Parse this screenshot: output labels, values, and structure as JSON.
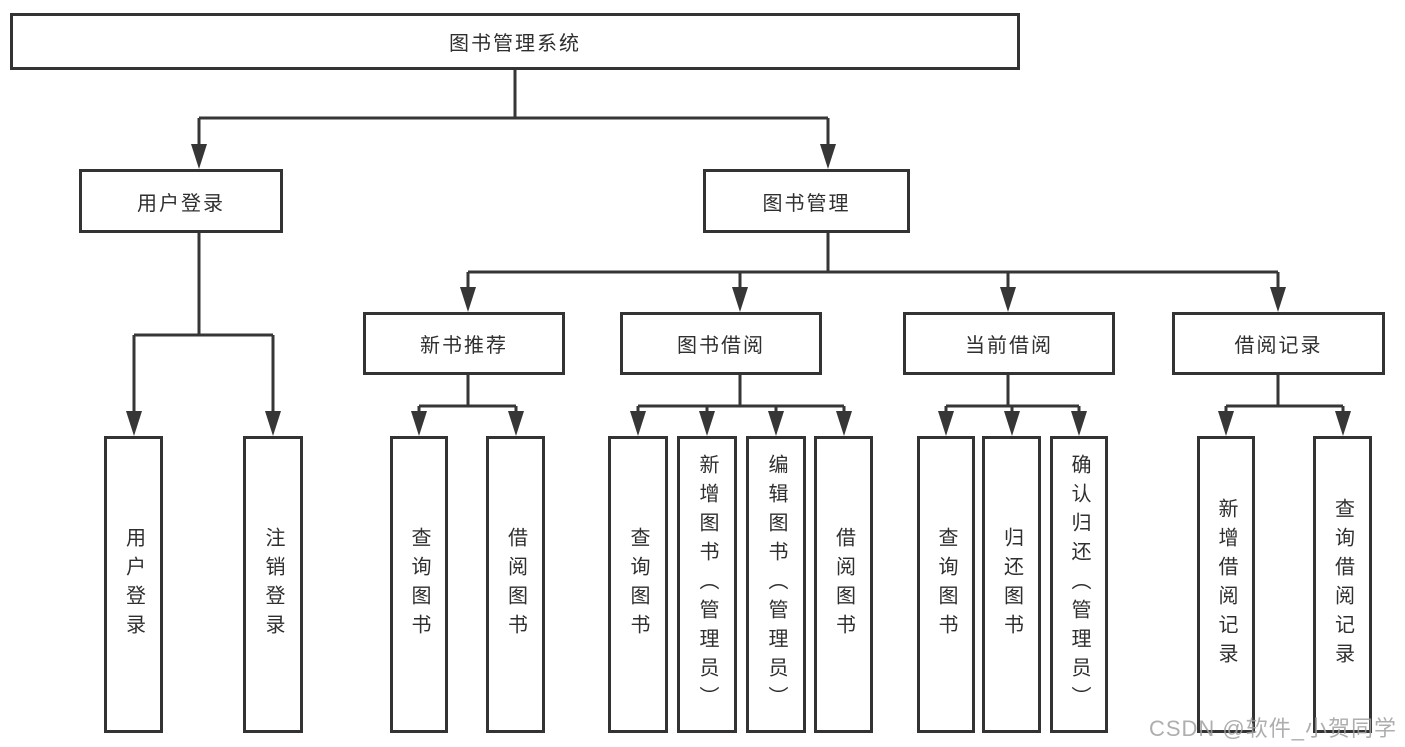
{
  "nodes": {
    "root": "图书管理系统",
    "user_login": "用户登录",
    "book_mgmt": "图书管理",
    "new_book_rec": "新书推荐",
    "book_borrow": "图书借阅",
    "current_borrow": "当前借阅",
    "borrow_records": "借阅记录",
    "leaf_user_login": "用户登录",
    "leaf_logout": "注销登录",
    "leaf_nbr_query": "查询图书",
    "leaf_nbr_borrow": "借阅图书",
    "leaf_bb_query": "查询图书",
    "leaf_bb_add": "新增图书（管理员）",
    "leaf_bb_edit": "编辑图书（管理员）",
    "leaf_bb_borrow": "借阅图书",
    "leaf_cb_query": "查询图书",
    "leaf_cb_return": "归还图书",
    "leaf_cb_confirm": "确认归还（管理员）",
    "leaf_br_add": "新增借阅记录",
    "leaf_br_query": "查询借阅记录"
  },
  "hierarchy": {
    "图书管理系统": {
      "用户登录": [
        "用户登录",
        "注销登录"
      ],
      "图书管理": {
        "新书推荐": [
          "查询图书",
          "借阅图书"
        ],
        "图书借阅": [
          "查询图书",
          "新增图书（管理员）",
          "编辑图书（管理员）",
          "借阅图书"
        ],
        "当前借阅": [
          "查询图书",
          "归还图书",
          "确认归还（管理员）"
        ],
        "借阅记录": [
          "新增借阅记录",
          "查询借阅记录"
        ]
      }
    }
  },
  "watermark": "CSDN @软件_小贺同学",
  "colors": {
    "line": "#363636",
    "box_border": "#333333",
    "text": "#2f2f2f",
    "watermark": "#a0a0a0",
    "background": "#ffffff"
  }
}
